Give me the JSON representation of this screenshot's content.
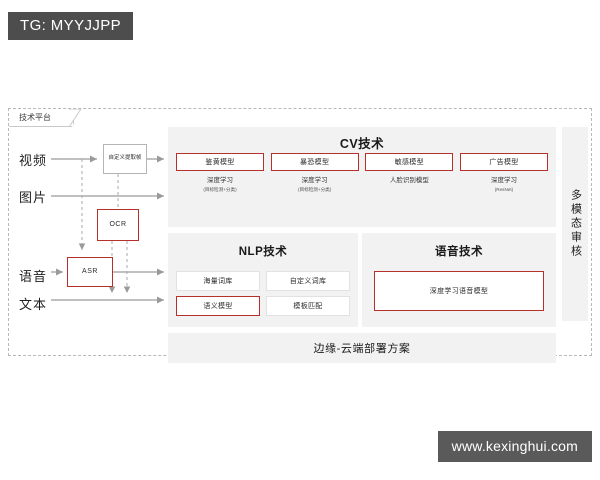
{
  "badge": {
    "text": "TG: MYYJJPP"
  },
  "watermark": {
    "text": "www.kexinghui.com"
  },
  "platform": {
    "tab_label": "技术平台"
  },
  "inputs": [
    {
      "label": "视频"
    },
    {
      "label": "图片"
    },
    {
      "label": "语音"
    },
    {
      "label": "文本"
    }
  ],
  "preprocess": {
    "frame_extract": "自定义提取帧",
    "ocr": "OCR",
    "asr": "ASR"
  },
  "cv": {
    "title": "CV技术",
    "models": [
      {
        "name": "鉴黄模型",
        "caption": "深度学习",
        "sub": "(目标检测+分类)"
      },
      {
        "name": "暴恐模型",
        "caption": "深度学习",
        "sub": "(目标检测+分类)"
      },
      {
        "name": "敏感模型",
        "caption": "人脸识别模型",
        "sub": ""
      },
      {
        "name": "广告模型",
        "caption": "深度学习",
        "sub": "(ResNet)"
      }
    ]
  },
  "nlp": {
    "title": "NLP技术",
    "items": [
      {
        "name": "海量词库",
        "highlight": false
      },
      {
        "name": "自定义词库",
        "highlight": false
      },
      {
        "name": "语义模型",
        "highlight": true
      },
      {
        "name": "模板匹配",
        "highlight": false
      }
    ]
  },
  "speech": {
    "title": "语音技术",
    "model": "深度学习语音模型"
  },
  "deploy": {
    "label": "边缘-云端部署方案"
  },
  "multimodal": {
    "label": "多模态审核"
  },
  "colors": {
    "accent_red": "#b8302c",
    "panel_bg": "#f2f2f2",
    "badge_bg": "#4d4d4d",
    "watermark_bg": "#5a5a5a",
    "arrow": "#9a9a9a",
    "dashed": "#b9b9b9"
  }
}
